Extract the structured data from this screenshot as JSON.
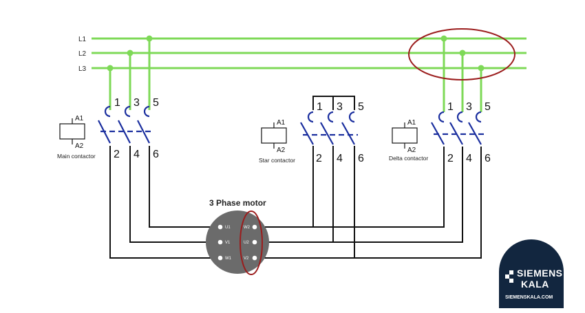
{
  "supply": {
    "lines": [
      "L1",
      "L2",
      "L3"
    ]
  },
  "contactors": [
    {
      "caption": "Main contactor",
      "coil_top": "A1",
      "coil_bottom": "A2",
      "top_terminals": [
        "1",
        "3",
        "5"
      ],
      "bottom_terminals": [
        "2",
        "4",
        "6"
      ]
    },
    {
      "caption": "Star contactor",
      "coil_top": "A1",
      "coil_bottom": "A2",
      "top_terminals": [
        "1",
        "3",
        "5"
      ],
      "bottom_terminals": [
        "2",
        "4",
        "6"
      ]
    },
    {
      "caption": "Delta contactor",
      "coil_top": "A1",
      "coil_bottom": "A2",
      "top_terminals": [
        "1",
        "3",
        "5"
      ],
      "bottom_terminals": [
        "2",
        "4",
        "6"
      ]
    }
  ],
  "motor": {
    "title": "3 Phase motor",
    "left_terminals": [
      "U1",
      "V1",
      "W1"
    ],
    "right_terminals": [
      "W2",
      "U2",
      "V2"
    ]
  },
  "logo": {
    "name_line1": "SIEMENS",
    "name_line2": "KALA",
    "url": "SIEMENSKALA.COM"
  },
  "colors": {
    "supply_wire": "#7ed957",
    "control_wire": "#111111",
    "contact_blue": "#1a2e9e",
    "highlight_ring": "#9b1c1c",
    "motor_body": "#6b6b6b",
    "logo_bg": "#12263f"
  }
}
